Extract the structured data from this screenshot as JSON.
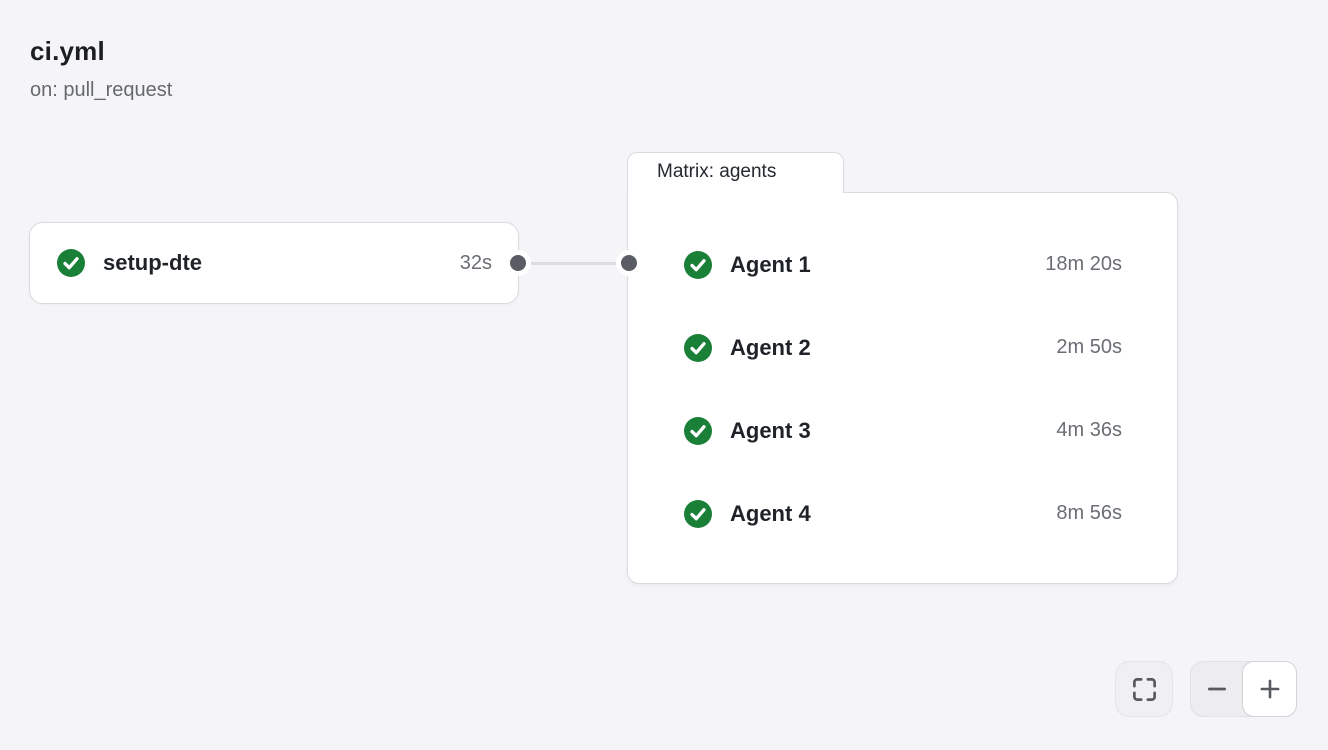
{
  "header": {
    "title": "ci.yml",
    "trigger": "on: pull_request"
  },
  "workflow": {
    "job": {
      "name": "setup-dte",
      "duration": "32s",
      "status": "success",
      "status_icon": "check-circle"
    },
    "matrix": {
      "label": "Matrix: agents",
      "agents": [
        {
          "name": "Agent 1",
          "duration": "18m 20s",
          "status": "success"
        },
        {
          "name": "Agent 2",
          "duration": "2m 50s",
          "status": "success"
        },
        {
          "name": "Agent 3",
          "duration": "4m 36s",
          "status": "success"
        },
        {
          "name": "Agent 4",
          "duration": "8m 56s",
          "status": "success"
        }
      ]
    },
    "edge": {
      "from": "setup-dte",
      "to": "Matrix: agents"
    }
  },
  "controls": {
    "fit_view_icon": "fit-to-screen",
    "zoom_out_icon": "minus",
    "zoom_in_icon": "plus"
  },
  "colors": {
    "background": "#f5f5f8",
    "card_background": "#ffffff",
    "card_border": "#dadbe0",
    "success_green": "#1a7f37",
    "text_primary": "#1f2328",
    "text_muted": "#6a6e74",
    "connector_line": "#dcdce1",
    "connector_dot": "#595d63"
  }
}
